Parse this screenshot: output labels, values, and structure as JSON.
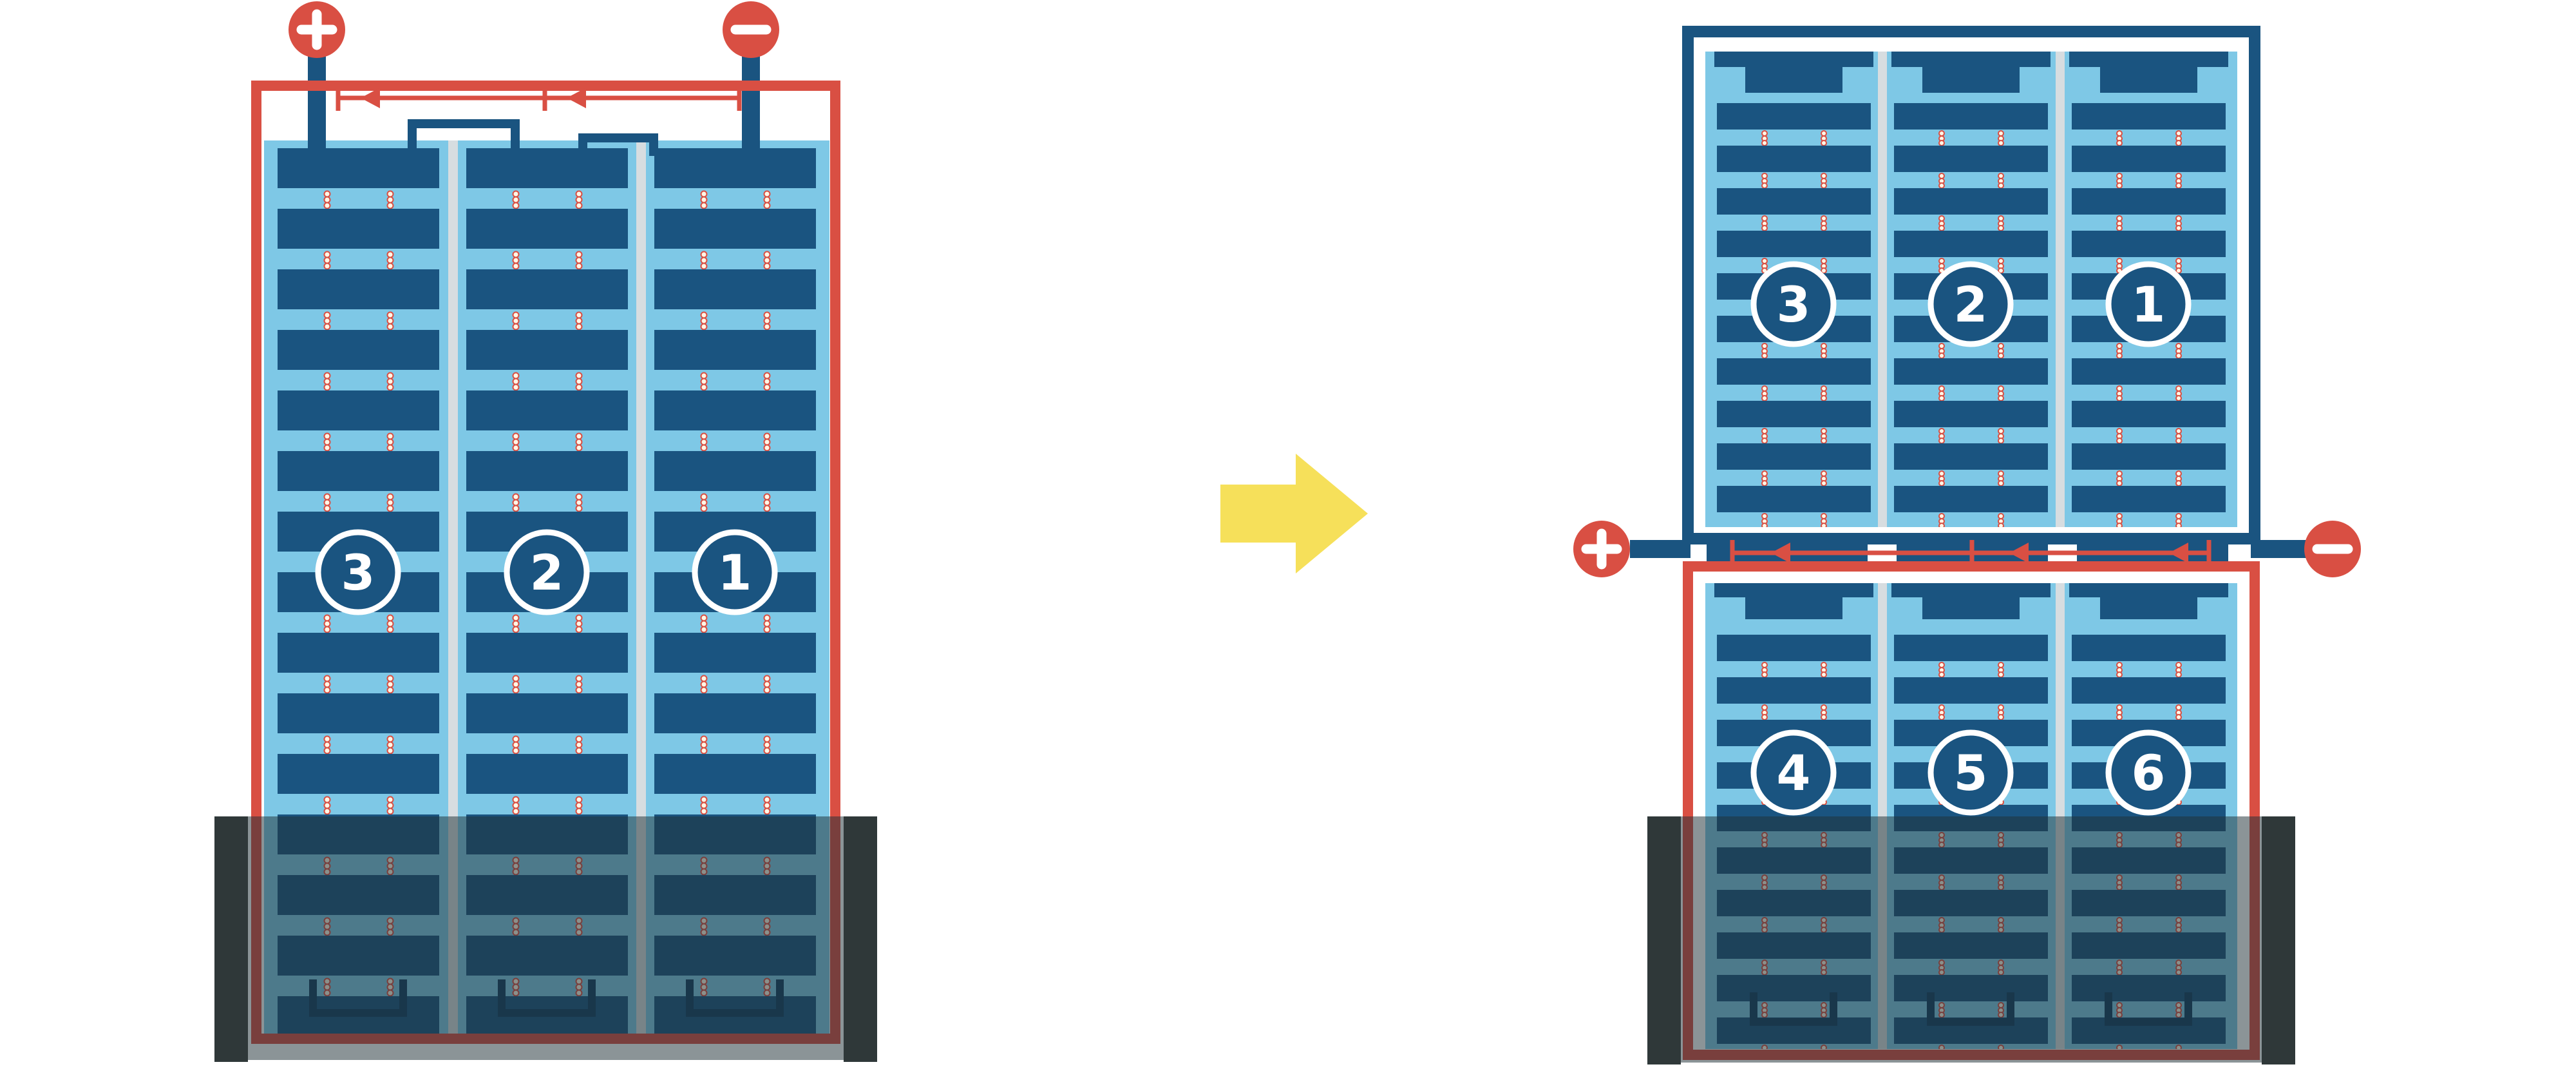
{
  "colors": {
    "red": "#D94F43",
    "navy": "#1A5480",
    "navy_dark": "#123E61",
    "light_blue": "#7EC8E6",
    "separator": "#D7DDE0",
    "dot_fill": "#FFF6E6",
    "shade_bar": "#2F3839",
    "shade_overlay": "rgba(33,49,55,0.52)",
    "arrow_yellow": "#F6E05A"
  },
  "left_module": {
    "terminal_positive": "+",
    "terminal_negative": "−",
    "strings": [
      {
        "label": "3"
      },
      {
        "label": "2"
      },
      {
        "label": "1"
      }
    ]
  },
  "right_module": {
    "terminal_positive": "+",
    "terminal_negative": "−",
    "top_strings": [
      {
        "label": "3"
      },
      {
        "label": "2"
      },
      {
        "label": "1"
      }
    ],
    "bottom_strings": [
      {
        "label": "4"
      },
      {
        "label": "5"
      },
      {
        "label": "6"
      }
    ]
  }
}
